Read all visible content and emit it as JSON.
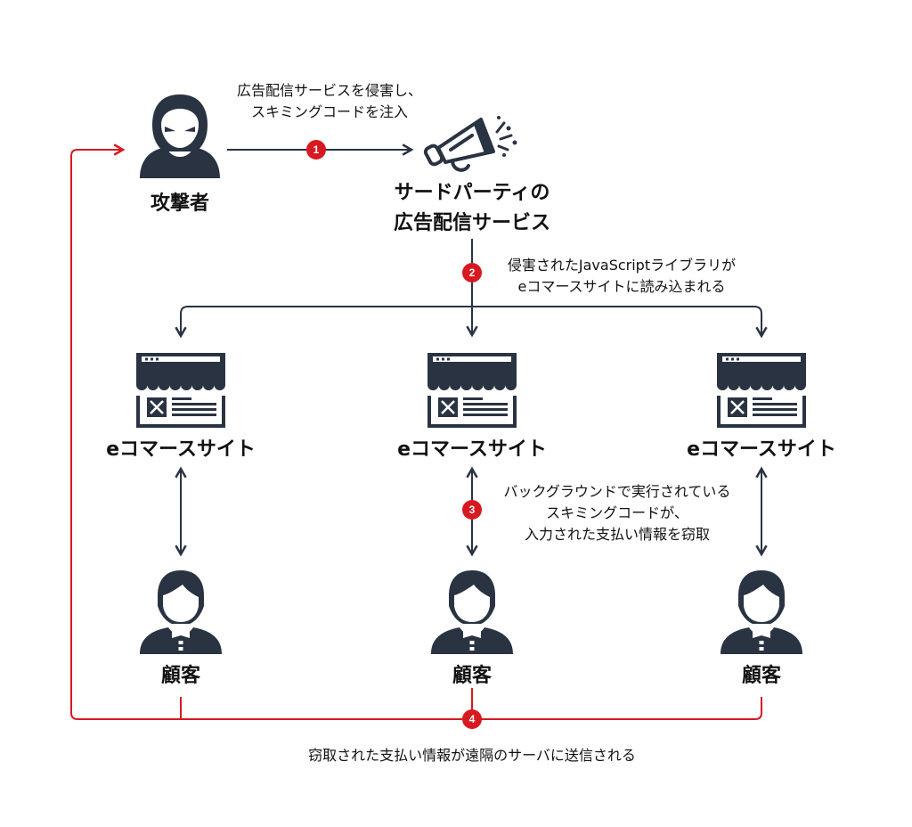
{
  "colors": {
    "line_dark": "#2a3342",
    "line_red": "#d71920",
    "icon": "#2a3342",
    "badge": "#d71920"
  },
  "nodes": {
    "attacker": {
      "label": "攻撃者",
      "icon": "hacker-icon"
    },
    "ad_service": {
      "label_line1": "サードパーティの",
      "label_line2": "広告配信サービス",
      "icon": "megaphone-icon"
    },
    "ecommerce_sites": [
      {
        "label": "eコマースサイト",
        "icon": "storefront-icon"
      },
      {
        "label": "eコマースサイト",
        "icon": "storefront-icon"
      },
      {
        "label": "eコマースサイト",
        "icon": "storefront-icon"
      }
    ],
    "customers": [
      {
        "label": "顧客",
        "icon": "customer-icon"
      },
      {
        "label": "顧客",
        "icon": "customer-icon"
      },
      {
        "label": "顧客",
        "icon": "customer-icon"
      }
    ]
  },
  "steps": [
    {
      "number": "1",
      "lines": [
        "広告配信サービスを侵害し、",
        "スキミングコードを注入"
      ]
    },
    {
      "number": "2",
      "lines": [
        "侵害されたJavaScriptライブラリが",
        "eコマースサイトに読み込まれる"
      ]
    },
    {
      "number": "3",
      "lines": [
        "バックグラウンドで実行されている",
        "スキミングコードが、",
        "入力された支払い情報を窃取"
      ]
    },
    {
      "number": "4",
      "lines": [
        "窃取された支払い情報が遠隔のサーバに送信される"
      ]
    }
  ]
}
